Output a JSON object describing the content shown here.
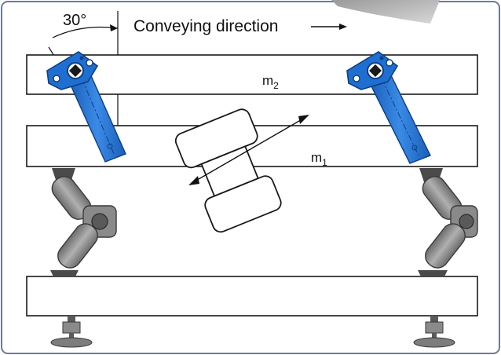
{
  "labels": {
    "angle": "30°",
    "direction": "Conveying direction",
    "mass_top": "m",
    "mass_top_sub": "2",
    "mass_bottom": "m",
    "mass_bottom_sub": "1"
  },
  "colors": {
    "frame_border": "#6a7a9a",
    "beam_fill": "#ffffff",
    "beam_stroke": "#1a1a1a",
    "arm_blue": "#1f6fd0",
    "arm_blue_dark": "#0d3f86",
    "spring_gray": "#8e8e8e",
    "spring_dark": "#4a4a4a",
    "foot_gray": "#7d7d7d"
  },
  "icons": {
    "bracket": "blue-crank-arm-icon",
    "spring": "rubber-spring-element-icon",
    "foot": "leveling-foot-icon"
  }
}
